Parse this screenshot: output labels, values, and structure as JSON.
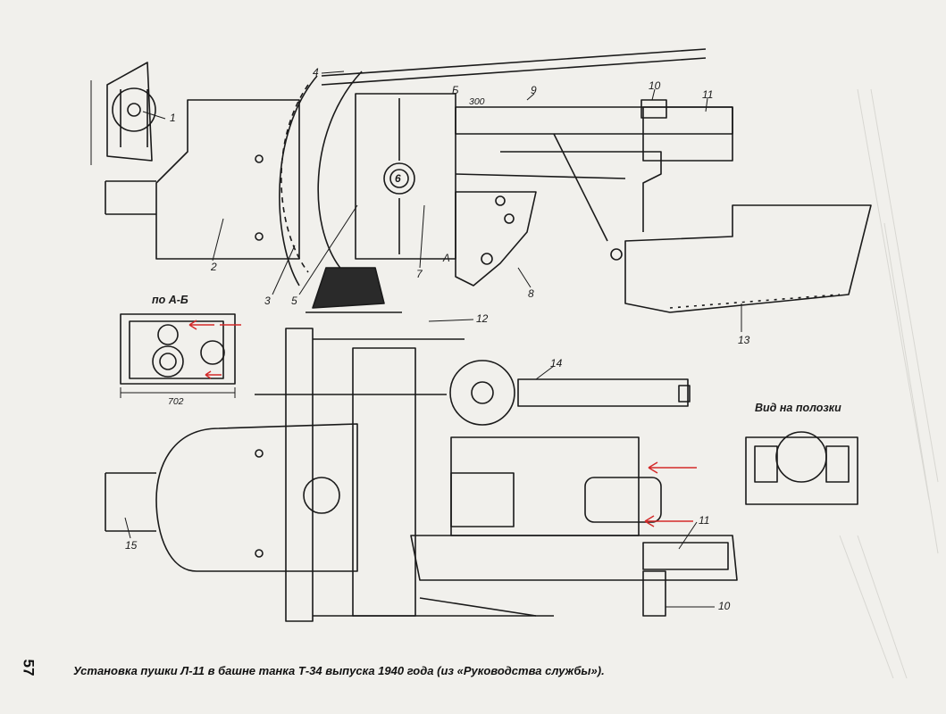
{
  "document": {
    "page_number": "57",
    "caption": "Установка пушки Л-11 в башне танка Т-34 выпуска 1940 года (из «Руководства службы»)."
  },
  "views": {
    "section_title": "по А-Б",
    "sled_title": "Вид на полозки",
    "section_marks": [
      "А",
      "Б"
    ]
  },
  "dimensions": {
    "d300": "300",
    "d702": "702"
  },
  "callouts": {
    "c1": "1",
    "c2": "2",
    "c3": "3",
    "c4": "4",
    "c5": "5",
    "c6": "6",
    "c7": "7",
    "c8": "8",
    "c9": "9",
    "c10_top": "10",
    "c11_top": "11",
    "c12": "12",
    "c13": "13",
    "c14": "14",
    "c15": "15",
    "c11_bottom": "11",
    "c10_bottom": "10"
  },
  "annotations": {
    "arrow_color": "#d42a2a",
    "line_color": "#1a1a1a"
  }
}
